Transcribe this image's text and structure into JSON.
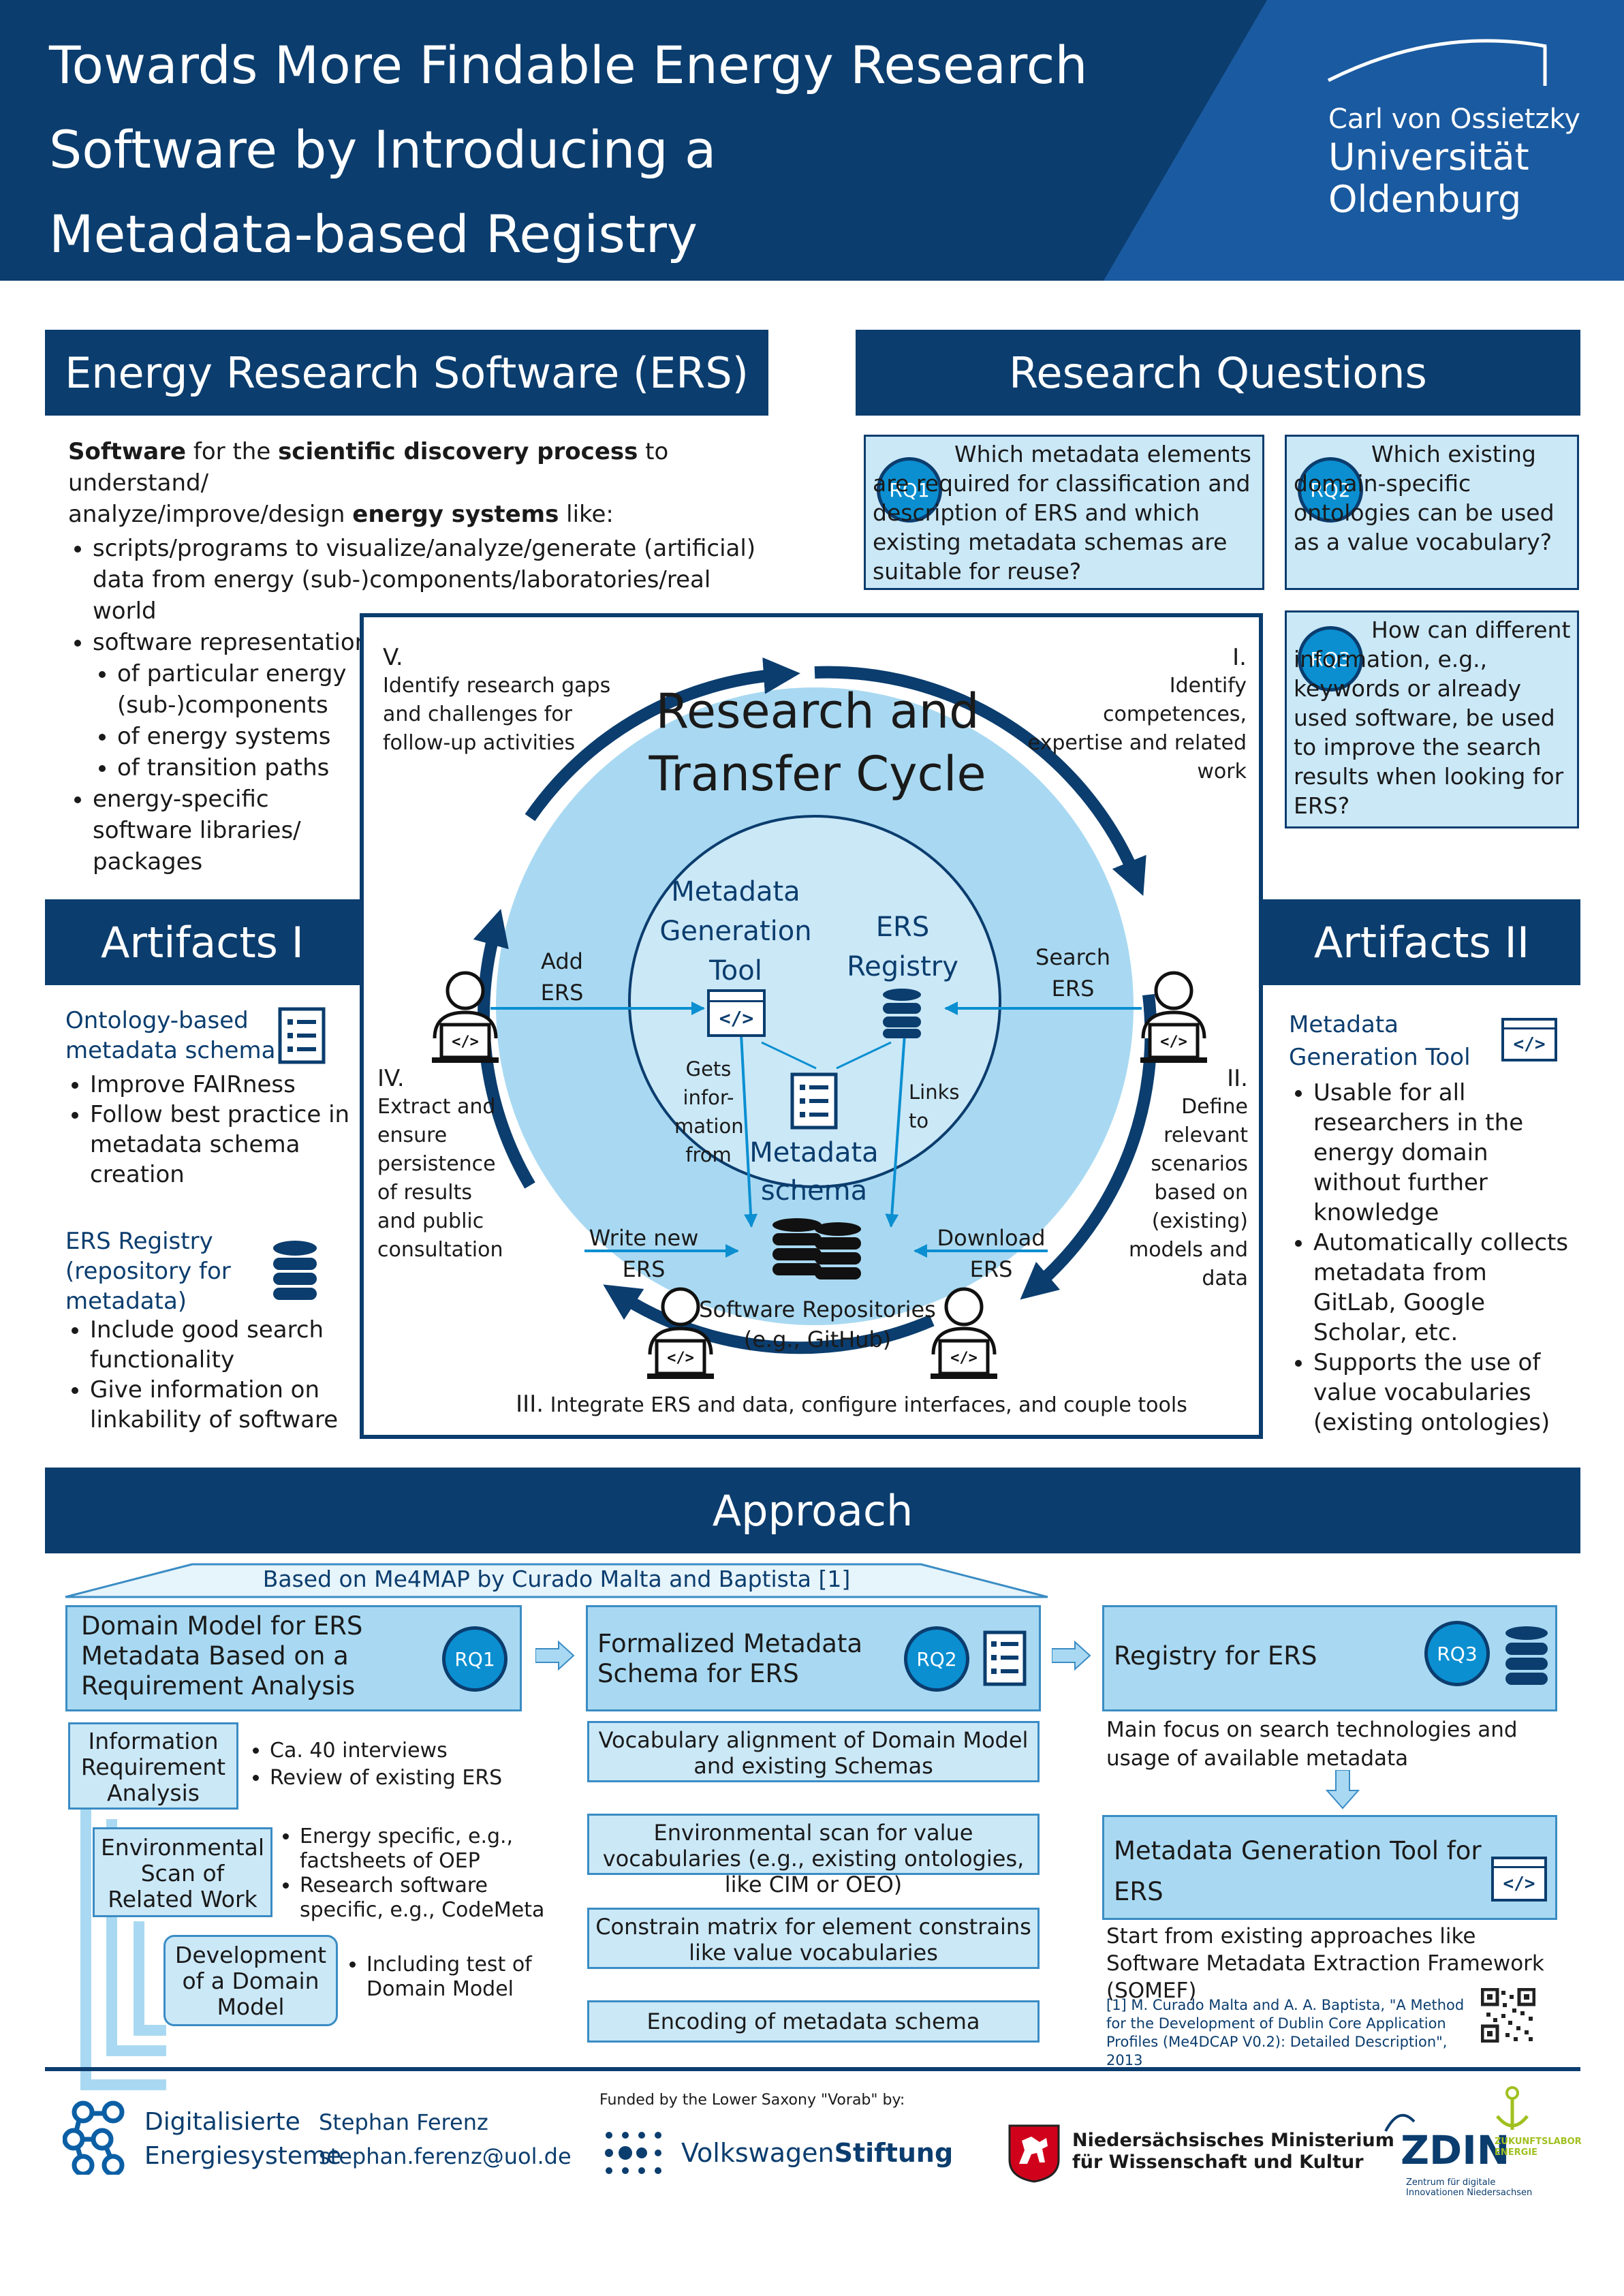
{
  "header": {
    "title_lines": [
      "Towards More Findable Energy Research",
      "Software by Introducing a",
      "Metadata-based Registry"
    ],
    "uni_line1": "Carl von Ossietzky",
    "uni_line2": "Universität",
    "uni_line3": "Oldenburg"
  },
  "ers": {
    "heading": "Energy Research Software (ERS)",
    "intro_software": "Software",
    "intro_t1": " for the ",
    "intro_sdp": "scientific discovery process",
    "intro_t2": " to understand/",
    "intro_t3": "analyze/improve/design ",
    "intro_es": "energy systems",
    "intro_t4": " like:",
    "items": [
      "scripts/programs to visualize/analyze/generate (artificial) data from energy (sub-)components/laboratories/real world",
      "software representations",
      "of particular energy (sub-)components",
      "of energy systems",
      "of transition paths",
      "energy-specific software libraries/ packages"
    ]
  },
  "rq": {
    "heading": "Research Questions",
    "rq1_badge": "RQ1",
    "rq1_text": "Which metadata elements are required for classification and description of ERS and which existing metadata schemas are suitable for reuse?",
    "rq2_badge": "RQ2",
    "rq2_text": "Which existing domain-specific ontologies can be used as a value vocabulary?",
    "rq3_badge": "RQ3",
    "rq3_text": "How can different information, e.g., keywords or already used software, be used to improve the search results when looking for ERS?"
  },
  "cycle": {
    "title1": "Research and",
    "title2": "Transfer Cycle",
    "v_label": "V.",
    "v_text": "Identify research gaps and challenges for follow-up activities",
    "i_label": "I.",
    "i_text": "Identify competences, expertise and related work",
    "ii_label": "II.",
    "ii_text": "Define relevant scenarios based on (existing) models and data",
    "iii_label": "III.",
    "iii_text": "Integrate ERS and data, configure interfaces, and couple tools",
    "iv_label": "IV.",
    "iv_text": "Extract and ensure persistence of results and public consultation",
    "mgt": "Metadata Generation Tool",
    "registry": "ERS Registry",
    "schema": "Metadata schema",
    "gets_info": "Gets infor- mation from",
    "links_to": "Links to",
    "add_ers": "Add ERS",
    "search_ers": "Search ERS",
    "write_ers": "Write new ERS",
    "download_ers": "Download ERS",
    "repos": "Software Repositories (e.g., GitHub)"
  },
  "art1": {
    "heading": "Artifacts I",
    "onto_title": "Ontology-based metadata schema",
    "onto_items": [
      "Improve FAIRness",
      "Follow best practice in metadata schema creation"
    ],
    "reg_title": "ERS Registry (repository for metadata)",
    "reg_items": [
      "Include good search functionality",
      "Give information on linkability of software"
    ]
  },
  "art2": {
    "heading": "Artifacts II",
    "mgt_title": "Metadata Generation Tool",
    "items": [
      "Usable for all researchers in the energy domain without further knowledge",
      "Automatically collects metadata from GitLab, Google Scholar, etc.",
      "Supports the use of value vocabularies (existing ontologies)"
    ]
  },
  "approach": {
    "heading": "Approach",
    "based_on": "Based on Me4MAP by Curado Malta and Baptista [1]",
    "col1_title": "Domain Model for ERS Metadata Based on a Requirement Analysis",
    "col1_badge": "RQ1",
    "ira": "Information Requirement Analysis",
    "ira_items": [
      "Ca. 40 interviews",
      "Review of existing ERS"
    ],
    "env": "Environmental Scan of Related Work",
    "env_items": [
      "Energy specific, e.g., factsheets of OEP",
      "Research software specific, e.g., CodeMeta"
    ],
    "dev": "Development of a Domain Model",
    "dev_items": [
      "Including test of Domain Model"
    ],
    "col2_title": "Formalized Metadata Schema for ERS",
    "col2_badge": "RQ2",
    "steps": [
      "Vocabulary alignment of Domain Model and existing Schemas",
      "Environmental scan for value vocabularies (e.g., existing ontologies, like CIM or OEO)",
      "Constrain matrix for element constrains like value vocabularies",
      "Encoding of metadata schema"
    ],
    "col3_title": "Registry for ERS",
    "col3_badge": "RQ3",
    "col3_text": "Main focus on search technologies and usage of available metadata",
    "mgt_title": "Metadata Generation Tool for ERS",
    "mgt_text": "Start from existing approaches like Software Metadata Extraction Framework (SOMEF)",
    "ref": "[1] M. Curado Malta and A. A. Baptista, \"A Method for the Development of Dublin Core Application Profiles (Me4DCAP V0.2): Detailed Description\", 2013"
  },
  "footer": {
    "de_line1": "Digitalisierte",
    "de_line2": "Energiesysteme",
    "author": "Stephan Ferenz",
    "email": "stephan.ferenz@uol.de",
    "funded": "Funded by the Lower Saxony \"Vorab\" by:",
    "vw1": "Volkswagen",
    "vw2": "Stiftung",
    "nds1": "Niedersächsisches Ministerium",
    "nds2": "für Wissenschaft und Kultur",
    "zdin": "ZDIN",
    "zdin_sub": "Zentrum für digitale Innovationen Niedersachsen",
    "zukunft": "ZUKUNFTSLABOR ENERGIE"
  },
  "colors": {
    "navy": "#0b3d6e",
    "light": "#cbe8f7",
    "mid": "#a9d9f2",
    "accent": "#0b8fd1"
  }
}
